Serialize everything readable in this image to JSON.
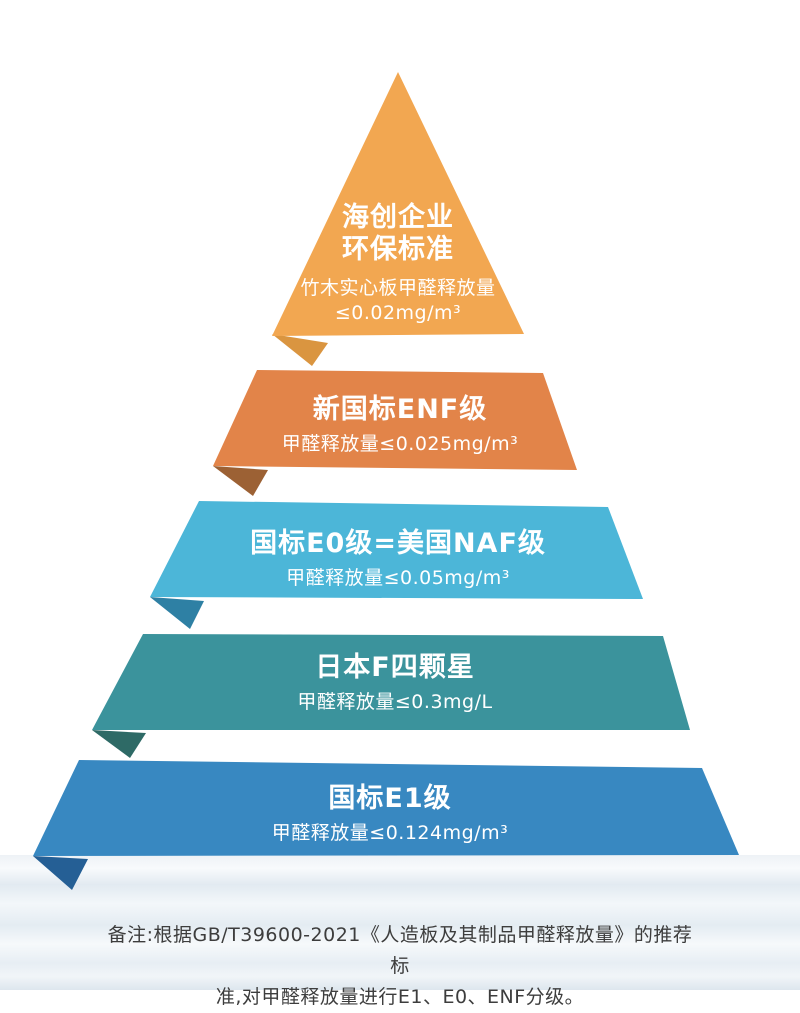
{
  "diagram": {
    "type": "pyramid",
    "subject": "formaldehyde emission standards comparison",
    "tiers": [
      {
        "level": 1,
        "title_line1": "海创企业",
        "title_line2": "环保标准",
        "sub_line1": "竹木实心板甲醛释放量",
        "sub_line2": "≤0.02mg/m³",
        "color": "#F2A751",
        "fold_color": "#DA9540",
        "text_color": "#ffffff"
      },
      {
        "level": 2,
        "title": "新国标ENF级",
        "sub": "甲醛释放量≤0.025mg/m³",
        "color": "#E28449",
        "fold_color": "#9C6134",
        "text_color": "#ffffff"
      },
      {
        "level": 3,
        "title": "国标E0级=美国NAF级",
        "sub": "甲醛释放量≤0.05mg/m³",
        "color": "#4CB6D8",
        "fold_color": "#2E80A4",
        "text_color": "#ffffff"
      },
      {
        "level": 4,
        "title": "日本F四颗星",
        "sub": "甲醛释放量≤0.3mg/L",
        "color": "#3B939C",
        "fold_color": "#2E6A66",
        "text_color": "#ffffff"
      },
      {
        "level": 5,
        "title": "国标E1级",
        "sub": "甲醛释放量≤0.124mg/m³",
        "color": "#3888C1",
        "fold_color": "#255F95",
        "text_color": "#ffffff"
      }
    ],
    "note": {
      "line1": "备注:根据GB/T39600-2021《人造板及其制品甲醛释放量》的推荐标",
      "line2": "准,对甲醛释放量进行E1、E0、ENF分级。"
    }
  }
}
